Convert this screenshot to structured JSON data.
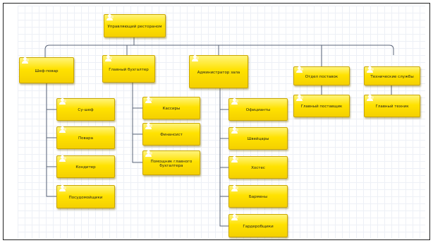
{
  "diagram": {
    "root": {
      "label": "Управляющий рестораном"
    },
    "departments": [
      {
        "label": "Шеф-повар"
      },
      {
        "label": "Главный бухгалтер"
      },
      {
        "label": "Администратор зала"
      },
      {
        "label": "Отдел поставок"
      },
      {
        "label": "Технические службы"
      }
    ],
    "chef_staff": [
      {
        "label": "Су-шеф"
      },
      {
        "label": "Повара"
      },
      {
        "label": "Кондитер"
      },
      {
        "label": "Посудомойщики"
      }
    ],
    "accounting_staff": [
      {
        "label": "Кассиры"
      },
      {
        "label": "Финансист"
      },
      {
        "label": "Помощник главного бухгалтера"
      }
    ],
    "hall_staff": [
      {
        "label": "Официанты"
      },
      {
        "label": "Швейцары"
      },
      {
        "label": "Хостес"
      },
      {
        "label": "Бармены"
      },
      {
        "label": "Гардеробщики"
      }
    ],
    "supply_staff": [
      {
        "label": "Главный поставщик"
      }
    ],
    "tech_staff": [
      {
        "label": "Главный техник"
      }
    ]
  },
  "colors": {
    "node_fill": "#ffe200",
    "node_border": "#c9a600",
    "connector": "#5a6478"
  },
  "icons": {
    "node_icon": "person-group-icon"
  }
}
